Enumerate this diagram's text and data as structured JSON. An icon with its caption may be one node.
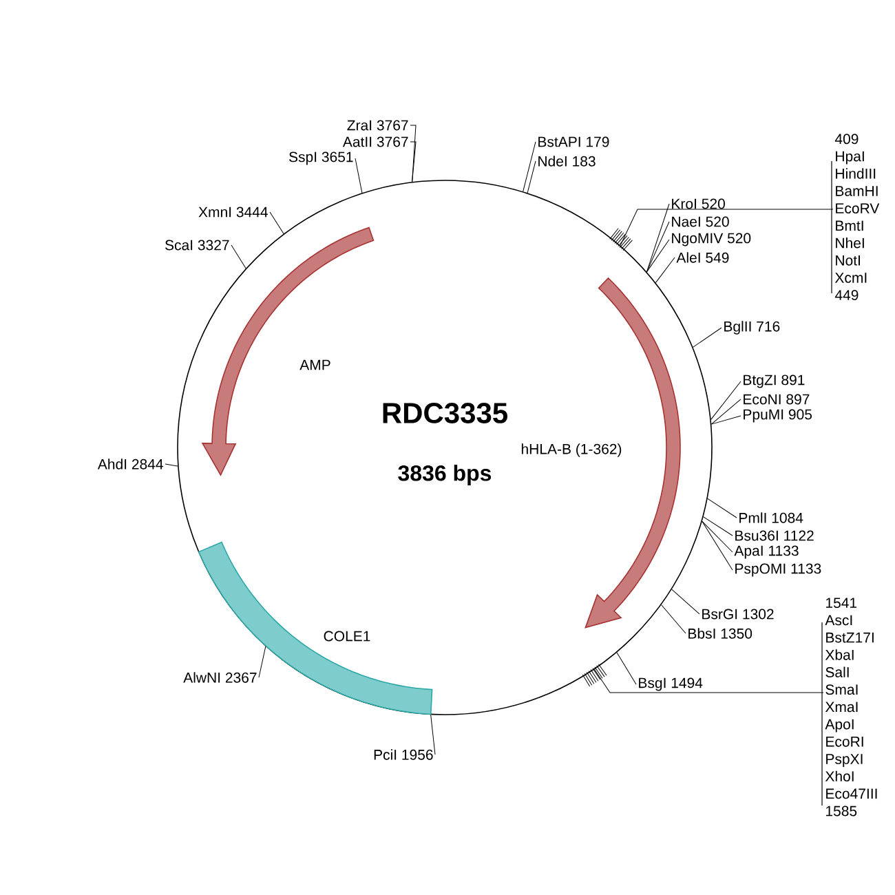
{
  "diagram": {
    "title": "RDC3335",
    "nodes": [
      {
        "text": [],
        "shape": "circle"
      },
      {
        "text": [
          "AMP"
        ],
        "in": 0
      },
      {
        "text": [
          "hHLA-B (1-362)"
        ],
        "in": 0
      },
      {
        "text": [
          "COLE1"
        ],
        "in": 0
      },
      {
        "text": [
          "BstAPI 179"
        ]
      },
      {
        "text": [
          "NdeI 183"
        ]
      },
      {
        "text": [
          "409",
          "HpaI",
          "HindIII",
          "BamHI",
          "EcoRV",
          "BmtI",
          "NheI",
          "NotI",
          "XcmI",
          "449"
        ]
      },
      {
        "text": [
          "KroI 520"
        ]
      },
      {
        "text": [
          "NaeI 520"
        ]
      },
      {
        "text": [
          "NgoMIV 520"
        ]
      },
      {
        "text": [
          "AleI 549"
        ]
      },
      {
        "text": [
          "BglII 716"
        ]
      },
      {
        "text": [
          "BtgZI 891"
        ]
      },
      {
        "text": [
          "EcoNI 897"
        ]
      },
      {
        "text": [
          "PpuMI 905"
        ]
      },
      {
        "text": [
          "PmlI 1084"
        ]
      },
      {
        "text": [
          "Bsu36I 1122"
        ]
      },
      {
        "text": [
          "ApaI 1133"
        ]
      },
      {
        "text": [
          "PspOMI 1133"
        ]
      },
      {
        "text": [
          "BsrGI 1302"
        ]
      },
      {
        "text": [
          "BbsI 1350"
        ]
      },
      {
        "text": [
          "BsgI 1494"
        ]
      },
      {
        "text": [
          "1541",
          "AscI",
          "BstZ17I",
          "XbaI",
          "SalI",
          "SmaI",
          "XmaI",
          "ApoI",
          "EcoRI",
          "PspXI",
          "XhoI",
          "Eco47III",
          "1585"
        ]
      },
      {
        "text": [
          "PciI 1956"
        ]
      },
      {
        "text": [
          "AlwNI 2367"
        ]
      },
      {
        "text": [
          "AhdI 2844"
        ]
      },
      {
        "text": [
          "ScaI 3327"
        ]
      },
      {
        "text": [
          "XmnI 3444"
        ]
      },
      {
        "text": [
          "SspI 3651"
        ]
      },
      {
        "text": [
          "ZraI 3767"
        ]
      },
      {
        "text": [
          "AatII 3767"
        ]
      }
    ],
    "edges": [
      {
        "from": 4,
        "to": 0,
        "arrow": "none"
      },
      {
        "from": 5,
        "to": 0,
        "arrow": "none"
      },
      {
        "from": 6,
        "to": 0,
        "arrow": "none"
      },
      {
        "from": 7,
        "to": 0,
        "arrow": "none"
      },
      {
        "from": 8,
        "to": 0,
        "arrow": "none"
      },
      {
        "from": 9,
        "to": 0,
        "arrow": "none"
      },
      {
        "from": 10,
        "to": 0,
        "arrow": "none"
      },
      {
        "from": 11,
        "to": 0,
        "arrow": "none"
      },
      {
        "from": 12,
        "to": 0,
        "arrow": "none"
      },
      {
        "from": 13,
        "to": 0,
        "arrow": "none"
      },
      {
        "from": 14,
        "to": 0,
        "arrow": "none"
      },
      {
        "from": 15,
        "to": 0,
        "arrow": "none"
      },
      {
        "from": 16,
        "to": 0,
        "arrow": "none"
      },
      {
        "from": 17,
        "to": 0,
        "arrow": "none"
      },
      {
        "from": 18,
        "to": 0,
        "arrow": "none"
      },
      {
        "from": 19,
        "to": 0,
        "arrow": "none"
      },
      {
        "from": 20,
        "to": 0,
        "arrow": "none"
      },
      {
        "from": 21,
        "to": 0,
        "arrow": "none"
      },
      {
        "from": 22,
        "to": 0,
        "arrow": "none"
      },
      {
        "from": 23,
        "to": 0,
        "arrow": "none"
      },
      {
        "from": 24,
        "to": 0,
        "arrow": "none"
      },
      {
        "from": 25,
        "to": 0,
        "arrow": "none"
      },
      {
        "from": 26,
        "to": 0,
        "arrow": "none"
      },
      {
        "from": 27,
        "to": 0,
        "arrow": "none"
      },
      {
        "from": 28,
        "to": 0,
        "arrow": "none"
      },
      {
        "from": 29,
        "to": 0,
        "arrow": "none"
      },
      {
        "from": 30,
        "to": 0,
        "arrow": "none"
      }
    ],
    "labels": [
      "3836 bps"
    ]
  }
}
